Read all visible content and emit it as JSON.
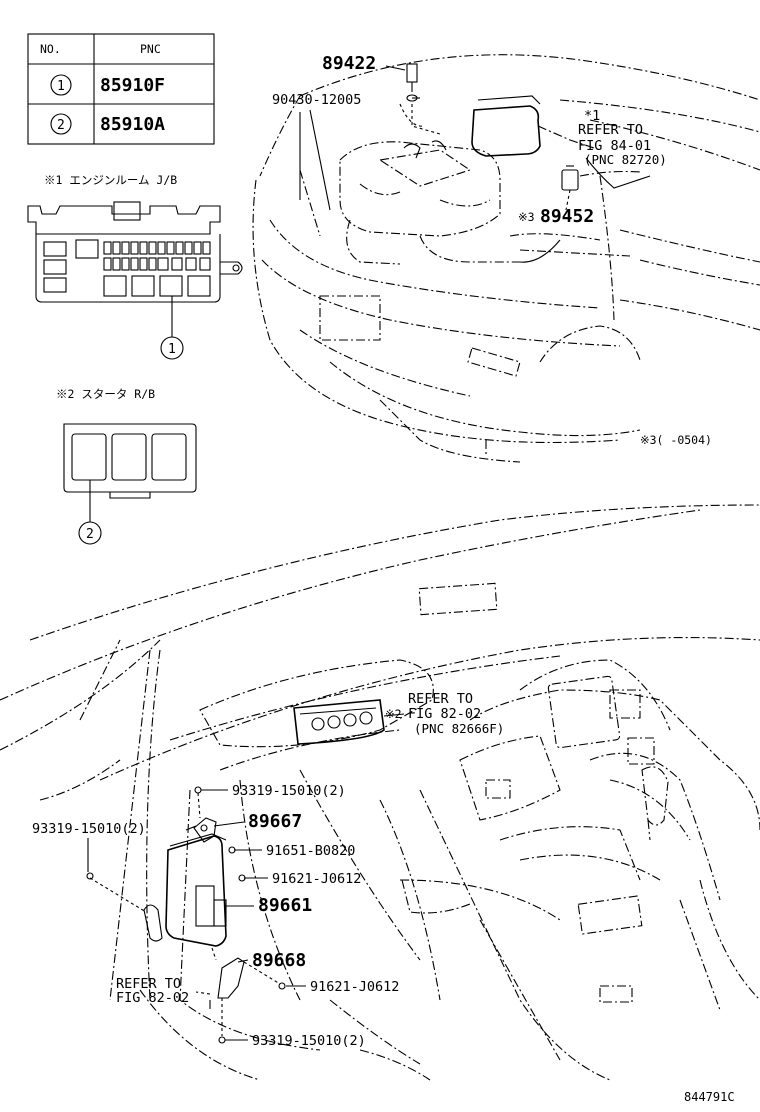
{
  "pnc_table": {
    "header_no": "NO.",
    "header_pnc": "PNC",
    "rows": [
      {
        "no": "1",
        "pnc": "85910F"
      },
      {
        "no": "2",
        "pnc": "85910A"
      }
    ]
  },
  "inset1": {
    "label": "※1 エンジンルーム J/B",
    "callout": "1"
  },
  "inset2": {
    "label": "※2 スタータ R/B",
    "callout": "2"
  },
  "engine_labels": {
    "p89422": "89422",
    "p90430": "90430-12005",
    "star1": "*1",
    "refer_to": "REFER TO",
    "fig_84_01": "FIG 84-01",
    "pnc_82720": "(PNC 82720)",
    "star3": "※3",
    "p89452": "89452",
    "note3": "※3(    -0504)"
  },
  "cabin_labels": {
    "refer_to_a": "REFER TO",
    "star2": "※2",
    "fig_82_02_a": "FIG 82-02",
    "pnc_82666f": "(PNC 82666F)",
    "p93319_a": "93319-15010(2)",
    "p89667": "89667",
    "p93319_b": "93319-15010(2)",
    "p91651": "91651-B0820",
    "p91621_a": "91621-J0612",
    "p89661": "89661",
    "p89668": "89668",
    "refer_to_b": "REFER TO",
    "fig_82_02_b": "FIG 82-02",
    "p91621_b": "91621-J0612",
    "p93319_c": "93319-15010(2)"
  },
  "drawing_no": "844791C"
}
